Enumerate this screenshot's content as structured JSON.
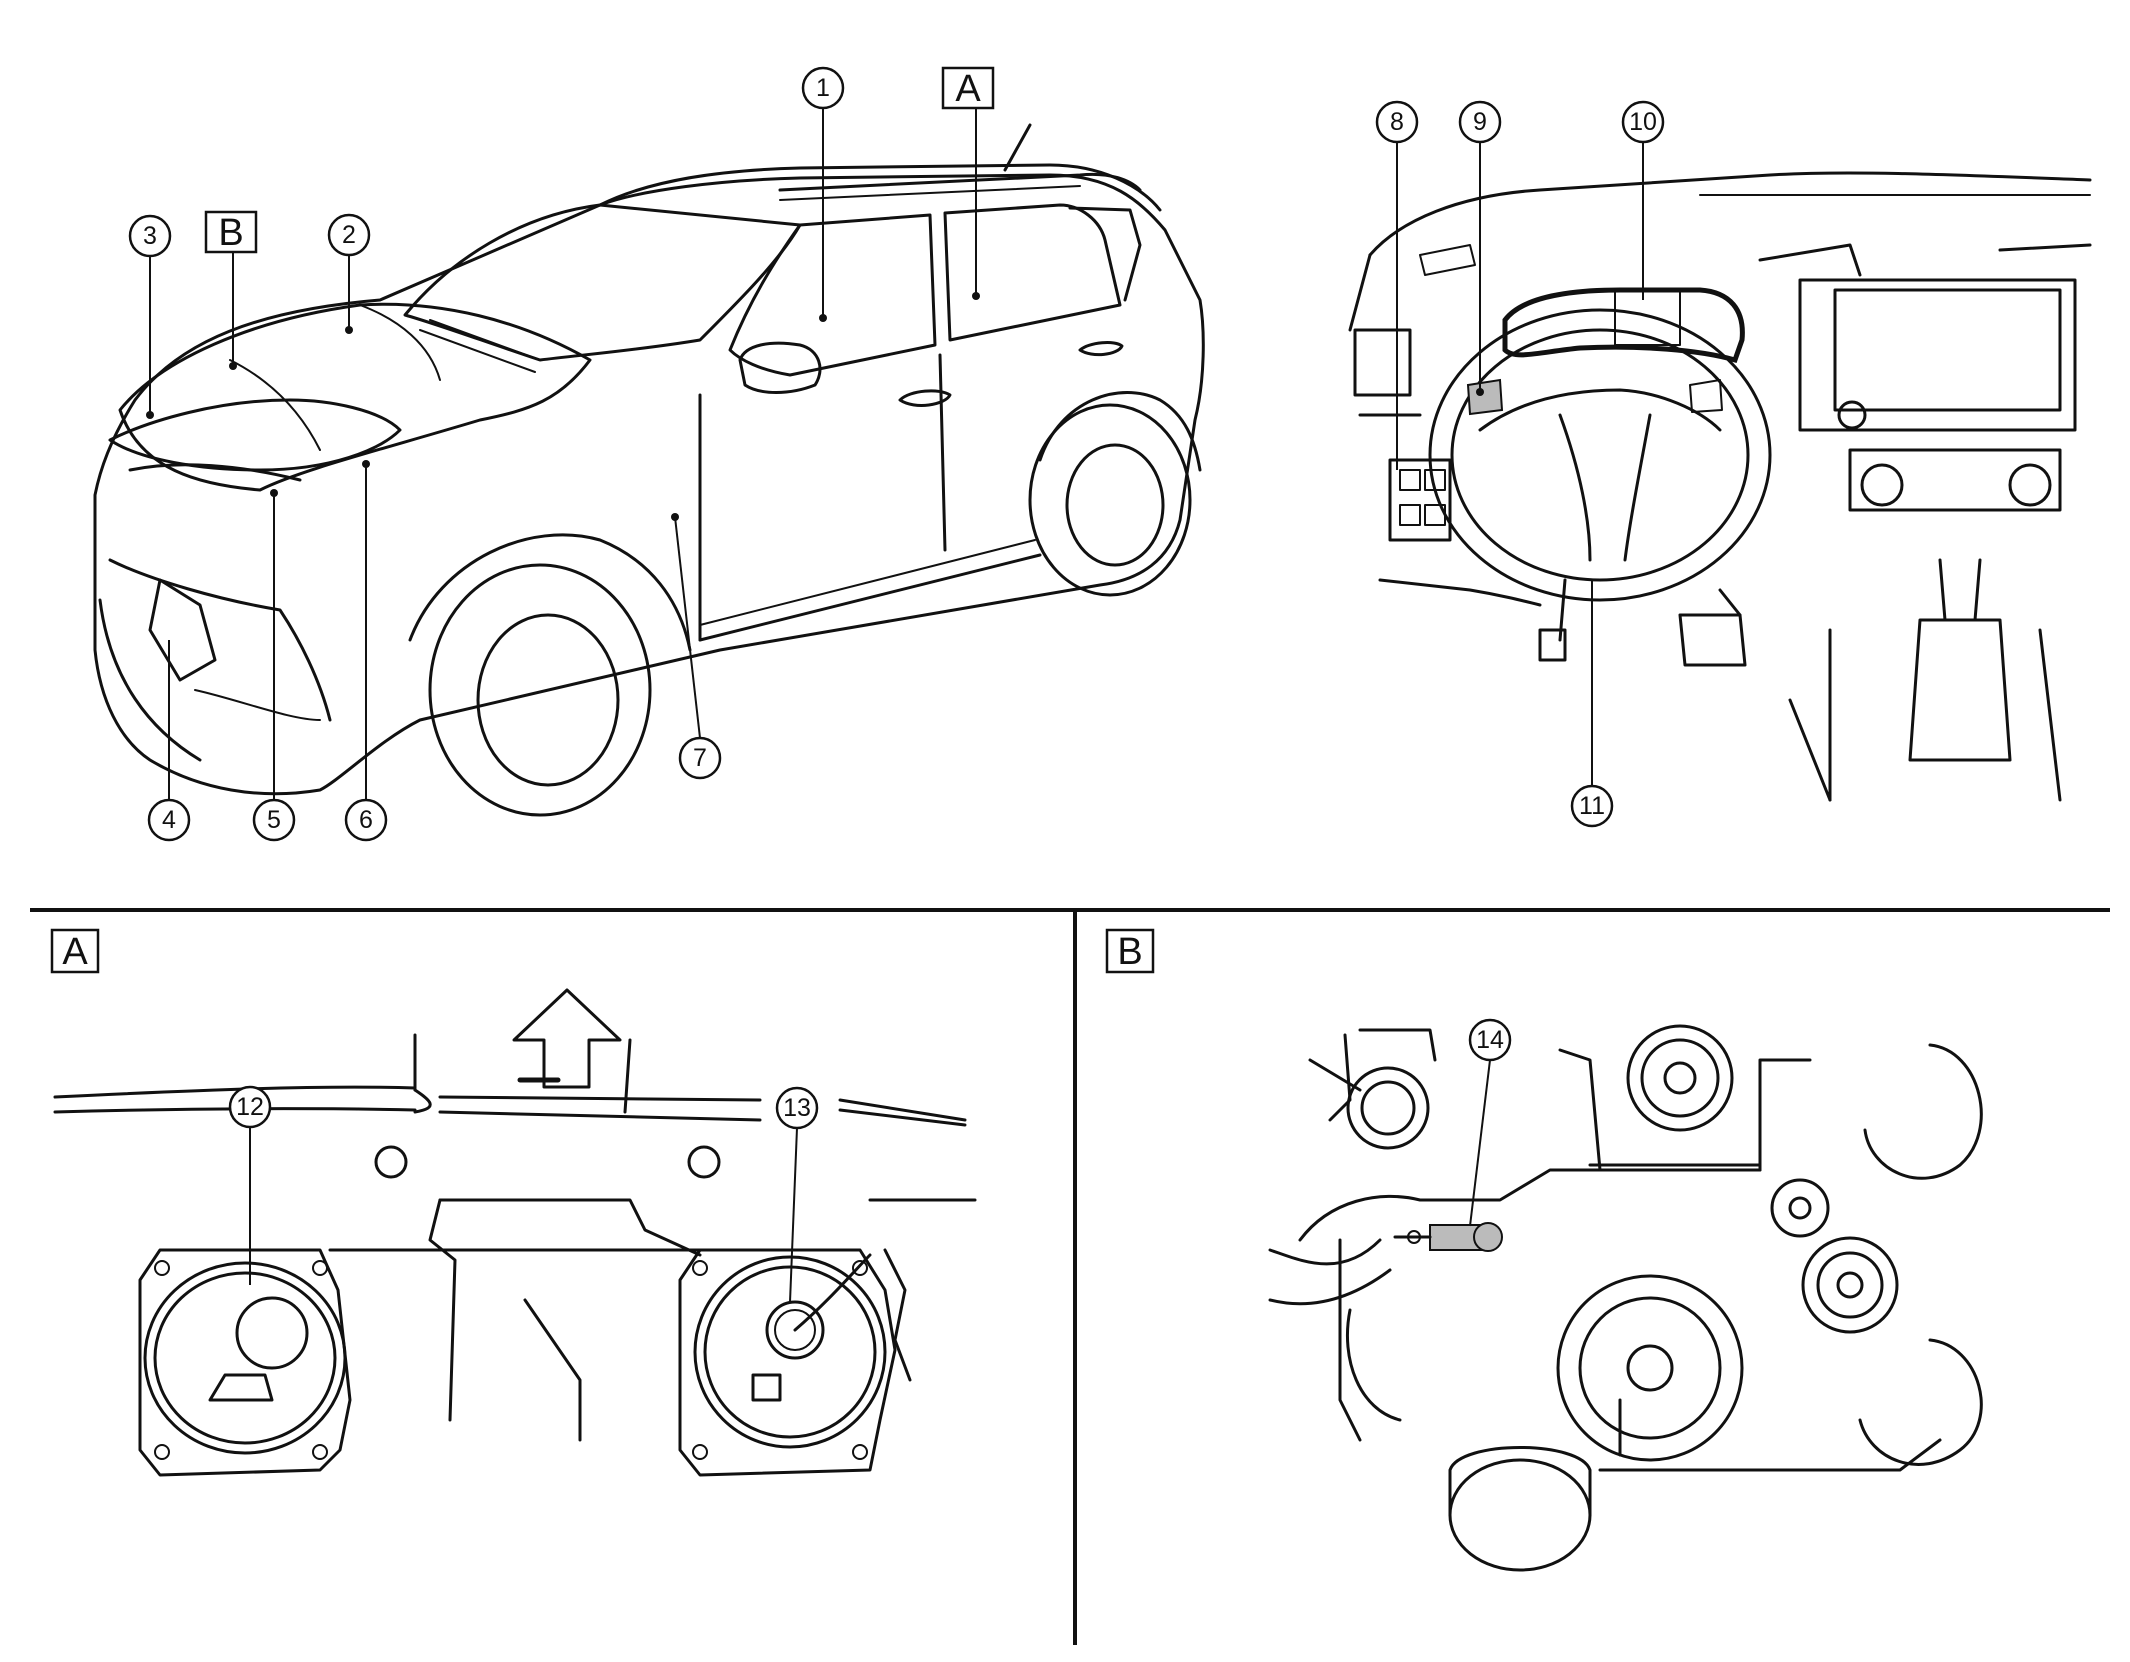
{
  "figure": {
    "callouts": [
      "1",
      "2",
      "3",
      "4",
      "5",
      "6",
      "7",
      "8",
      "9",
      "10",
      "11",
      "12",
      "13",
      "14"
    ],
    "view_labels": [
      "A",
      "B"
    ],
    "panel_labels": [
      "A",
      "B"
    ]
  }
}
